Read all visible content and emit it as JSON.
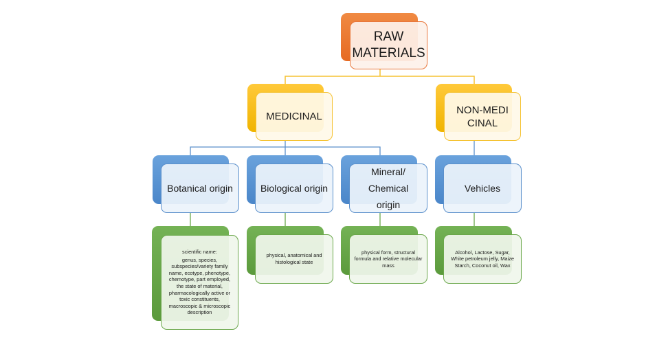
{
  "diagram": {
    "type": "hierarchy",
    "colors": {
      "level1": "#e8763a",
      "level2": "#f5c232",
      "level3": "#5a8fcb",
      "level4": "#6aa74a"
    },
    "root": {
      "label": "RAW MATERIALS"
    },
    "categories": [
      {
        "label": "MEDICINAL"
      },
      {
        "label": "NON-MEDICINAL"
      }
    ],
    "types": [
      {
        "label": "Botanical origin",
        "parent": "MEDICINAL"
      },
      {
        "label": "Biological origin",
        "parent": "MEDICINAL"
      },
      {
        "label": "Mineral/ Chemical origin",
        "parent": "MEDICINAL"
      },
      {
        "label": "Vehicles",
        "parent": "NON-MEDICINAL"
      }
    ],
    "details": [
      {
        "heading": "scientific name:",
        "text": "genus, species, subspecies/variety family name, ecotype, phenotype, chemotype, part employed, the state of material, pharmacologically active or toxic constituents, macroscopic & microscopic description",
        "parent": "Botanical origin"
      },
      {
        "heading": "",
        "text": "physical, anatomical and histological state",
        "parent": "Biological origin"
      },
      {
        "heading": "",
        "text": "physical form, structural formula and relative molecular mass",
        "parent": "Mineral/ Chemical origin"
      },
      {
        "heading": "",
        "text": "Alcohol, Lactose, Sugar, White petroleum jelly, Maize Starch, Coconut oil, Wax",
        "parent": "Vehicles"
      }
    ]
  }
}
